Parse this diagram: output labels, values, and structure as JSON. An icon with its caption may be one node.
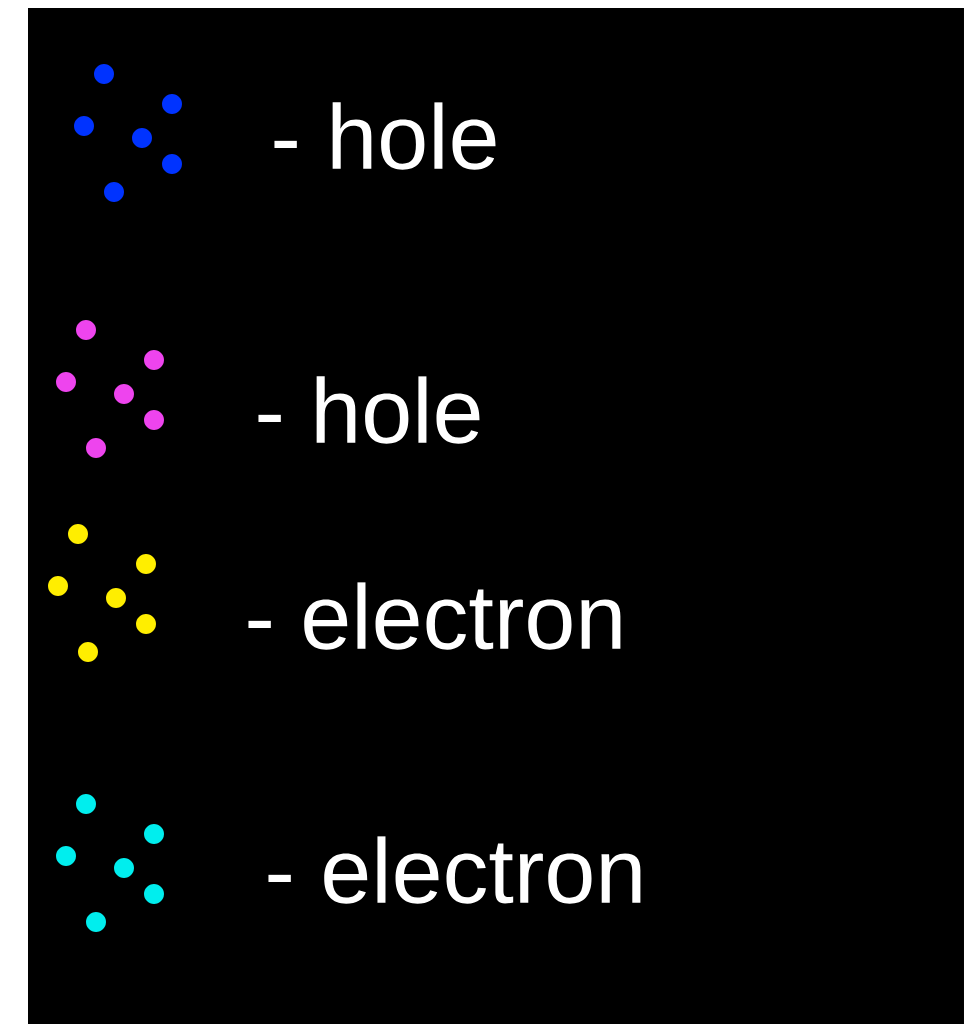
{
  "diagram": {
    "legend": [
      {
        "text": "- hole",
        "color": "#0033ff"
      },
      {
        "text": "- hole",
        "color": "#ee44ee"
      },
      {
        "text": "- electron",
        "color": "#ffee00"
      },
      {
        "text": "- electron",
        "color": "#00eeee"
      }
    ]
  }
}
